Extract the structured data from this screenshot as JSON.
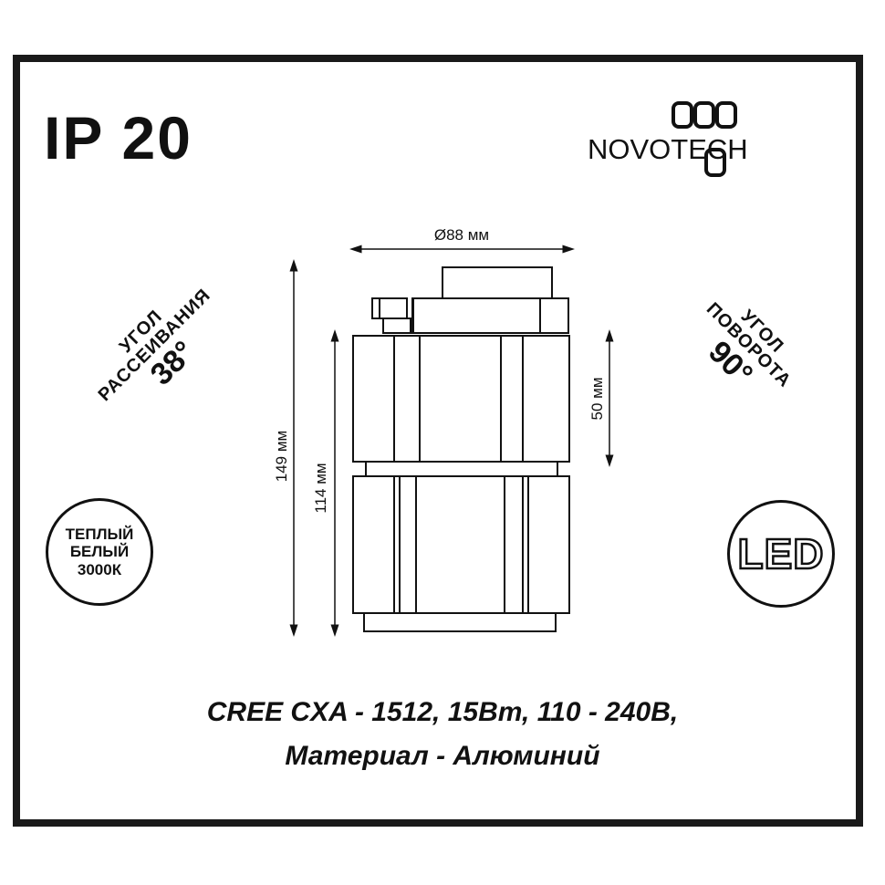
{
  "ip_rating": "IP 20",
  "brand": {
    "name": "NOVOTECH",
    "logo_text": "NOVOTECH"
  },
  "beam_angle": {
    "line1": "УГОЛ",
    "line2": "РАССЕИВАНИЯ",
    "value": "38°"
  },
  "rotation_angle": {
    "line1": "УГОЛ",
    "line2": "ПОВОРОТА",
    "value": "90°"
  },
  "color_temp": {
    "line1": "ТЕПЛЫЙ",
    "line2": "БЕЛЫЙ",
    "line3": "3000К"
  },
  "led_badge": "LED",
  "dimensions": {
    "diameter": "Ø88 мм",
    "total_height": "149 мм",
    "body_height": "114 мм",
    "head_height": "50 мм"
  },
  "specs": {
    "line1": "CREE CXA - 1512, 15Вт, 110 - 240В,",
    "line2": "Материал - Алюминий"
  }
}
